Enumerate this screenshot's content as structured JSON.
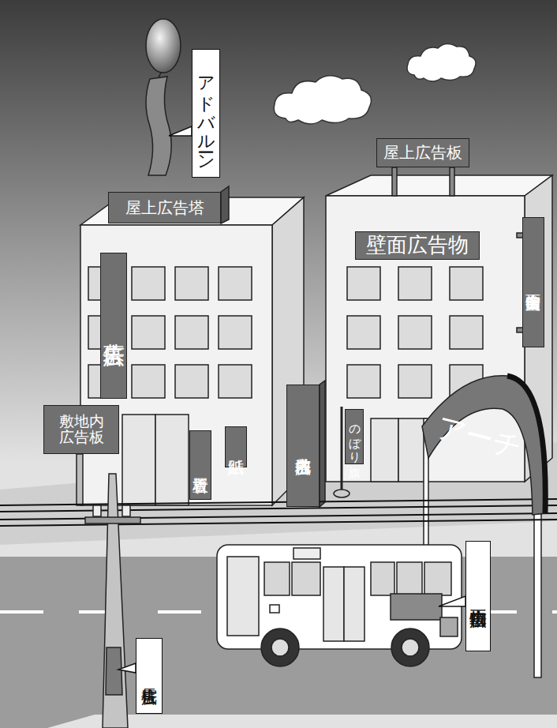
{
  "diagram": {
    "nodes": [
      {
        "text": [
          "アドバルーン"
        ]
      },
      {
        "text": [
          "屋上広告板"
        ]
      },
      {
        "text": [
          "屋上広告塔"
        ]
      },
      {
        "text": [
          "壁面広告物"
        ]
      },
      {
        "text": [
          "広告幕"
        ]
      },
      {
        "text": [
          "壁面突出広告物"
        ]
      },
      {
        "text": [
          "敷地内広告板"
        ]
      },
      {
        "text": [
          "貼紙"
        ]
      },
      {
        "text": [
          "敷地内広告塔"
        ]
      },
      {
        "text": [
          "のぼり旗"
        ]
      },
      {
        "text": [
          "置看板"
        ]
      },
      {
        "text": [
          "アーチ"
        ]
      },
      {
        "text": [
          "車両広告物"
        ]
      },
      {
        "text": [
          "電柱広告"
        ]
      }
    ]
  }
}
